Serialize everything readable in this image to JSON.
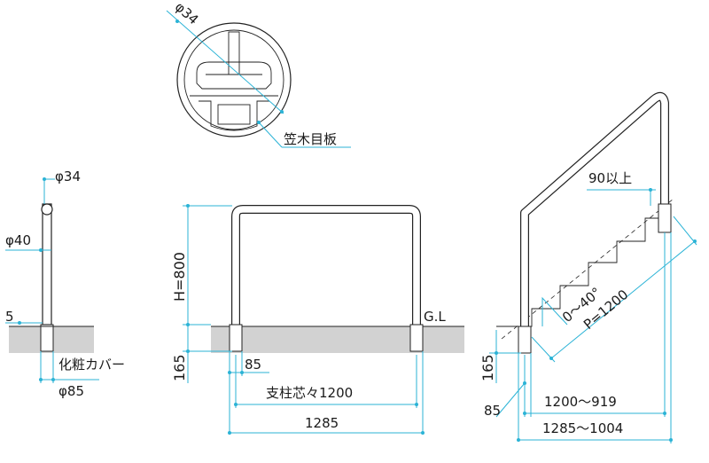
{
  "colors": {
    "dimension_line": "#2bb3d6",
    "ground": "#d2d2d2",
    "outline": "#222222"
  },
  "section": {
    "diameter": "φ34",
    "cap_label": "笠木目板"
  },
  "side": {
    "top_diameter": "φ34",
    "post_diameter": "φ40",
    "offset": "5",
    "cover_label": "化粧カバー",
    "cover_diameter": "φ85"
  },
  "front": {
    "height": "H=800",
    "embed": "165",
    "base_offset": "85",
    "post_pitch": "支柱芯々1200",
    "total": "1285",
    "ground_label": "G.L"
  },
  "stair": {
    "clearance": "90以上",
    "angle": "0～40°",
    "pitch": "P=1200",
    "embed": "165",
    "base_offset": "85",
    "span": "1200～919",
    "total": "1285～1004"
  }
}
